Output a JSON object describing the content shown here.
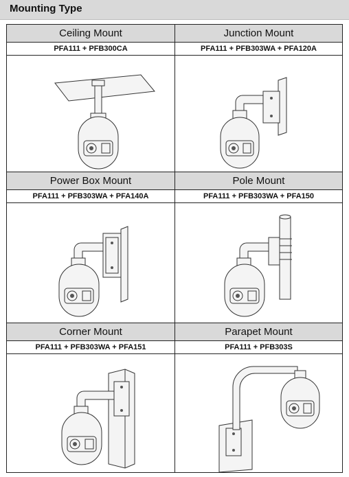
{
  "header": {
    "title": "Mounting Type"
  },
  "mounts": [
    {
      "title": "Ceiling Mount",
      "model": "PFA111 + PFB300CA"
    },
    {
      "title": "Junction Mount",
      "model": "PFA111 + PFB303WA + PFA120A"
    },
    {
      "title": "Power Box Mount",
      "model": "PFA111 + PFB303WA + PFA140A"
    },
    {
      "title": "Pole Mount",
      "model": "PFA111 + PFB303WA + PFA150"
    },
    {
      "title": "Corner Mount",
      "model": "PFA111 + PFB303WA + PFA151"
    },
    {
      "title": "Parapet Mount",
      "model": "PFA111 + PFB303S"
    }
  ]
}
